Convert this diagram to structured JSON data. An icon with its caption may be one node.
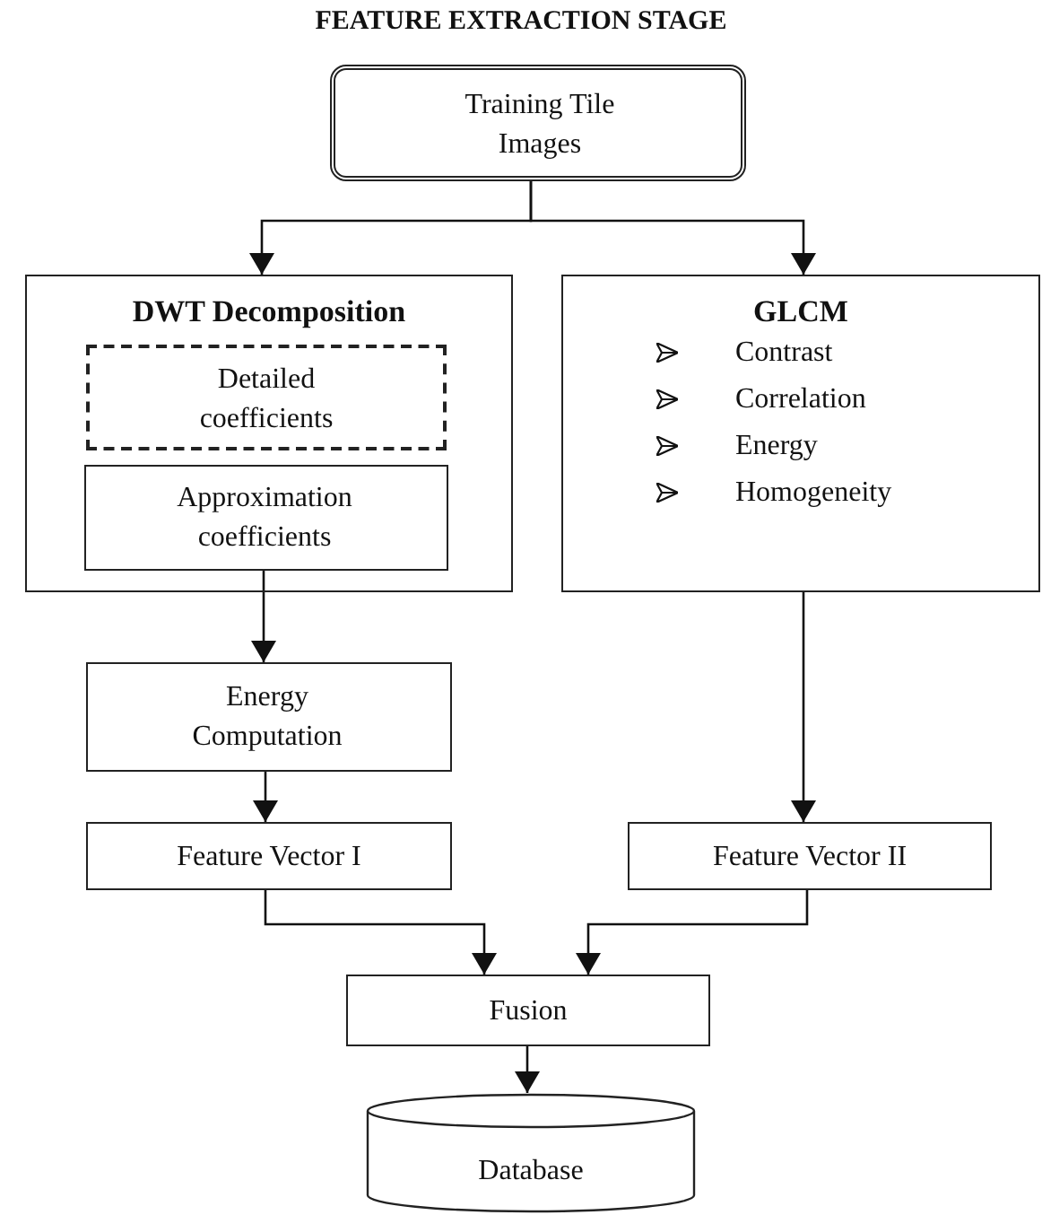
{
  "diagram": {
    "title": "FEATURE EXTRACTION STAGE",
    "nodes": [
      {
        "text": [
          "Training Tile Images"
        ]
      },
      {
        "text": [
          "DWT Decomposition"
        ]
      },
      {
        "text": [
          "Detailed coefficients"
        ],
        "in": 1
      },
      {
        "text": [
          "Approximation coefficients"
        ],
        "in": 1
      },
      {
        "text": [
          "GLCM",
          "Contrast",
          "Correlation",
          "Energy",
          "Homogeneity"
        ]
      },
      {
        "text": [
          "Energy Computation"
        ]
      },
      {
        "text": [
          "Feature Vector I"
        ]
      },
      {
        "text": [
          "Feature Vector II"
        ]
      },
      {
        "text": [
          "Fusion"
        ]
      },
      {
        "text": [
          "Database"
        ]
      }
    ],
    "edges": [
      {
        "from": 0,
        "to": 1,
        "arrow": "to"
      },
      {
        "from": 0,
        "to": 4,
        "arrow": "to"
      },
      {
        "from": 3,
        "to": 5,
        "arrow": "to"
      },
      {
        "from": 5,
        "to": 6,
        "arrow": "to"
      },
      {
        "from": 4,
        "to": 7,
        "arrow": "to"
      },
      {
        "from": 6,
        "to": 8,
        "arrow": "to"
      },
      {
        "from": 7,
        "to": 8,
        "arrow": "to"
      },
      {
        "from": 8,
        "to": 9,
        "arrow": "to"
      }
    ]
  }
}
